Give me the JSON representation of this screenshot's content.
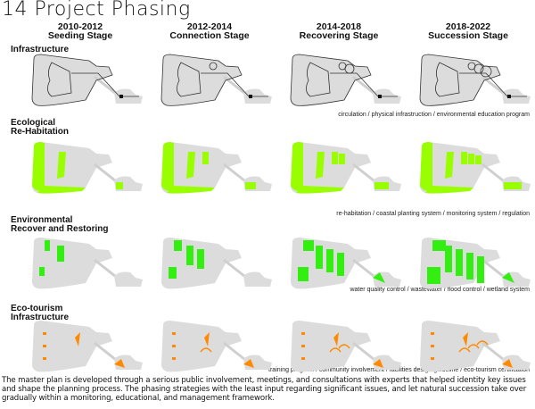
{
  "title": "14 Project Phasing",
  "stages": [
    {
      "years": "2010-2012",
      "name": "Seeding Stage"
    },
    {
      "years": "2012-2014",
      "name": "Connection Stage"
    },
    {
      "years": "2014-2018",
      "name": "Recovering Stage"
    },
    {
      "years": "2018-2022",
      "name": "Succession Stage"
    }
  ],
  "rows": [
    {
      "label1": "Infrastructure",
      "label2": "",
      "caption": "circulation / physical infrastruction / environmental education program",
      "color": "#222222"
    },
    {
      "label1": "Ecological",
      "label2": "Re-Habitation",
      "caption": "re-habitation / coastal planting system / monitoring system / regulation",
      "color": "#99ff00"
    },
    {
      "label1": "Environmental",
      "label2": "Recover and Restoring",
      "caption": "water quality control / wastewater / flood control / wetland system",
      "color": "#33ee11"
    },
    {
      "label1": "Eco-tourism",
      "label2": "Infrastructure",
      "caption": "training program / community involvement / facilities design guideline / eco-tourism certification",
      "color": "#ff8a00"
    }
  ],
  "description": "The master plan is developed through a serious public involvement, meetings, and consultations with experts that helped identity key issues and shape the planning process. The phasing strategies with the least input regarding significant issues, and let natural succession take over gradually within a monitoring, educational, and management framework."
}
